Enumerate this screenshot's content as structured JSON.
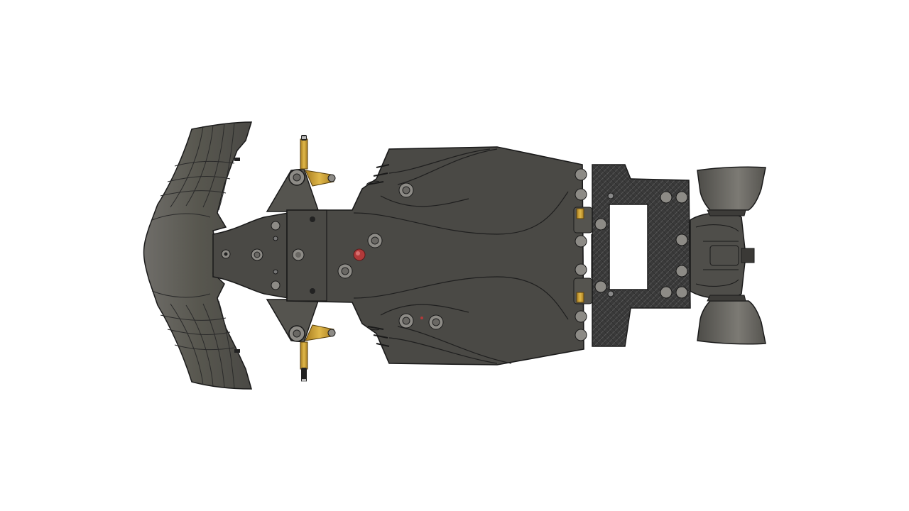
{
  "scene": {
    "background": "#ffffff",
    "subject": "rc-car-chassis-top-view",
    "colors": {
      "chassis": "#4a4945",
      "chassis_shade": "#3f3e3b",
      "carbon": "#3a3a3a",
      "carbon_weave": "#555555",
      "outline": "#1a1a1a",
      "screw": "#8d8b86",
      "screw_inner": "#6a6864",
      "brass": "#c99a2e",
      "red_pin": "#b23a3a",
      "wing": "#5b5a56",
      "wing_light": "#8a8882"
    }
  },
  "parts": [
    {
      "id": "front-wing",
      "icon": "front-wing-icon"
    },
    {
      "id": "nose",
      "icon": "nose-icon"
    },
    {
      "id": "front-axle",
      "icon": "axle-icon"
    },
    {
      "id": "main-chassis-plate",
      "icon": "chassis-plate-icon"
    },
    {
      "id": "carbon-pod-plate",
      "icon": "carbon-plate-icon"
    },
    {
      "id": "rear-wing",
      "icon": "rear-wing-icon"
    }
  ]
}
